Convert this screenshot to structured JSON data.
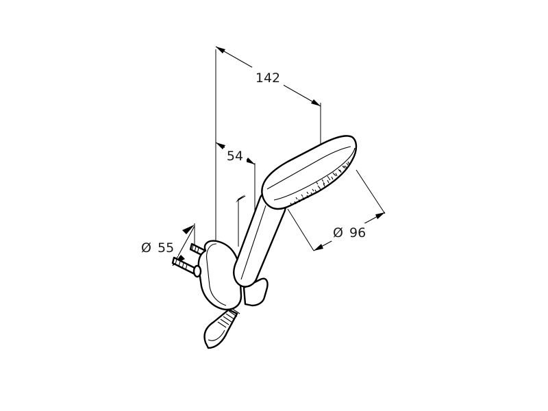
{
  "dimensions": {
    "overall_length": "142",
    "arm_length": "54",
    "head_diameter": "96",
    "holder_diameter": "55",
    "diameter_symbol": "Ø"
  },
  "colors": {
    "line": "#000000",
    "background": "#ffffff"
  }
}
